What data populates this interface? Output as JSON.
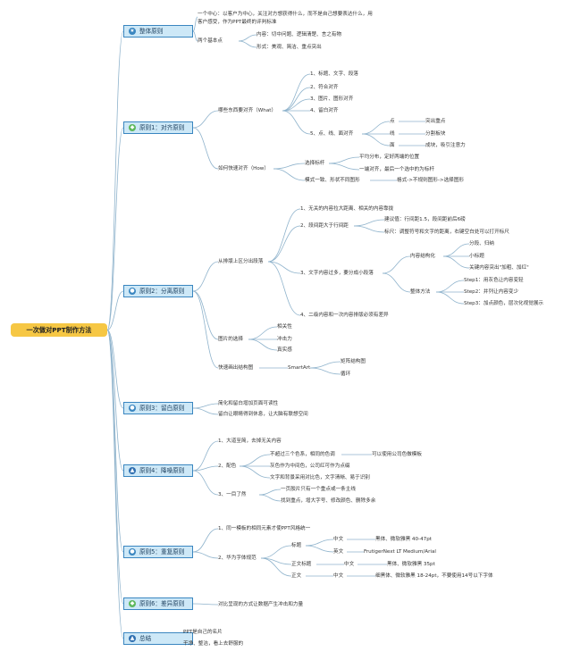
{
  "root": "一次做对PPT制作方法",
  "branches": {
    "b0": {
      "label": "整体原则",
      "icon": "star-icon"
    },
    "b1": {
      "label": "原则1：对齐原则",
      "icon": "diamond-icon"
    },
    "b2": {
      "label": "原则2：分离原则",
      "icon": "drop-icon"
    },
    "b3": {
      "label": "原则3：留白原则",
      "icon": "drop-icon"
    },
    "b4": {
      "label": "原则4：降噪原则",
      "icon": "flame-icon"
    },
    "b5": {
      "label": "原则5：重复原则",
      "icon": "drop-icon"
    },
    "b6": {
      "label": "原则6：差异原则",
      "icon": "diamond-icon"
    },
    "b7": {
      "label": "总结",
      "icon": "flame-icon"
    }
  },
  "nodes": {
    "b0a": "一个中心：以客户为中心，关注对方想获得什么，而不是自己想要表达什么，用",
    "b0a2": "客户感受，作为PPT最终的评判标准",
    "b0b": "两个基本点",
    "b0b1": "内容：切中问题、逻辑清楚、言之有物",
    "b0b2": "形式：美观、简洁、重点突出",
    "b1a": "哪些东西要对齐（What）",
    "b1a1": "1、标题、文字、段落",
    "b1a2": "2、符合对齐",
    "b1a3": "3、图片、图形对齐",
    "b1a4": "4、留白对齐",
    "b1a5": "5、点、线、面对齐",
    "b1p": "点",
    "b1p1": "突出重点",
    "b1l": "线",
    "b1l1": "分割板块",
    "b1s": "面",
    "b1s1": "成块，吸引注意力",
    "b1b": "如何快速对齐（How）",
    "b1b1": "选择标杆",
    "b1b1a": "平均分布，定好两端的位置",
    "b1b1b": "一端对齐，最后一个选中的为标杆",
    "b1b2": "模式一致、形状不同图形",
    "b1b2a": "格式->不规则图形->选择图形",
    "b2a": "从排版上区分出段落",
    "b2a1": "1、无关的内容拉大距离、相关的内容靠拢",
    "b2a2": "2、段间距大于行间距",
    "b2a2a": "建议值：行间距1.5，段间距前后6磅",
    "b2a2b": "标尺：调整符号和文字的距离，右键空白处可以打开标尺",
    "b2a3": "3、文字内容过多，要分成小段落",
    "b2s": "内容结构化",
    "b2s1": "分段、归纳",
    "b2s2": "小标题",
    "b2s3": "关键内容突出\"加粗、加红\"",
    "b2f": "整体方法",
    "b2f1": "Step1：用灰色让内容变轻",
    "b2f2": "Step2：并列让内容变少",
    "b2f3": "Step3：加点颜色，层次化视觉展示",
    "b2a4": "4、二级内容和一次内容排版必须有差异",
    "b2b": "图片的选择",
    "b2b1": "相关性",
    "b2b2": "冲击力",
    "b2b3": "真实感",
    "b2c": "快速画出结构图",
    "b2c1": "SmartArt",
    "b2c1a": "矩阵结构图",
    "b2c1b": "循环",
    "b3a": "简化和留白增加页面可读性",
    "b3b": "留白让眼睛得到休息，让大脑有联想空间",
    "b4a": "1、大道至简，去掉无关内容",
    "b4b": "2、配色",
    "b4b1": "不超过三个色系，相同的色调",
    "b4b1a": "可以使用公司色做模板",
    "b4b2": "灰色作为中间色，公司红可作为点缀",
    "b4b3": "文字和背景采用对比色，文字清晰、易于识别",
    "b4c": "3、一目了然",
    "b4c1": "一页胶片只有一个重点或一条主线",
    "b4c2": "找到重点，增大字号、修改颜色、删除多余",
    "b5a": "1、同一模板的相同元素才使PPT风格统一",
    "b5b": "2、华为字体规范",
    "b5t": "标题",
    "b5t1": "中文",
    "b5t1a": "黑体、微软雅黑 40-47pt",
    "b5t2": "英文",
    "b5t2a": "FrutigerNext LT Medium/Arial",
    "b5z": "正文标题",
    "b5z1": "中文",
    "b5z1a": "黑体、微软雅黑 35pt",
    "b5w": "正文",
    "b5w1": "中文",
    "b5w1a": "细黑体、微软雅黑 18-24pt，不要使用14号以下字体",
    "b6a": "对比呈现的方式让数据产生冲击和力量",
    "b7a": "PPT是自己的名片",
    "b7b": "干净、整洁，看上去舒服的"
  },
  "colors": {
    "root": "#f6c744",
    "branch_fill": "#cde8f7",
    "branch_border": "#3a86c0",
    "line": "#8fb3cc"
  }
}
